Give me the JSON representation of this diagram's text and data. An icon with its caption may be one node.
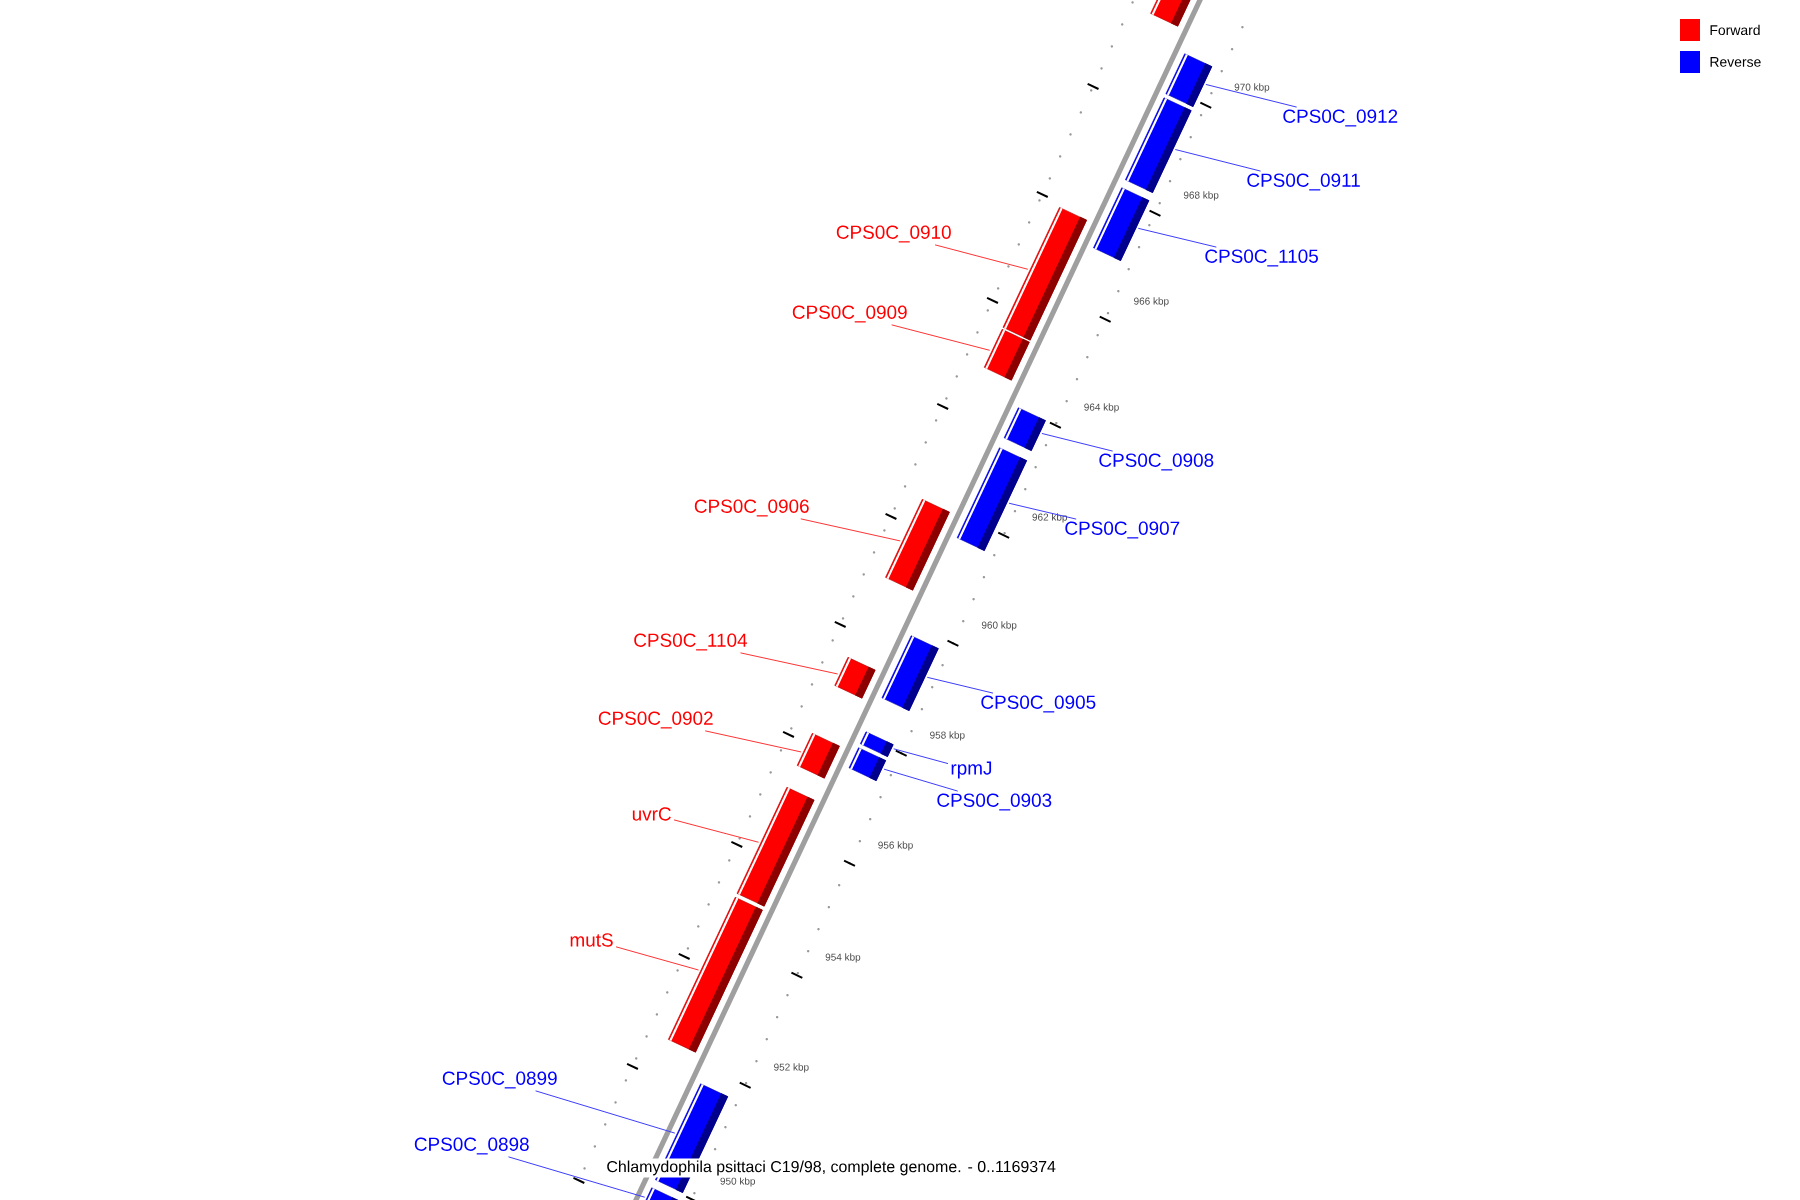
{
  "diagram": {
    "caption": "Chlamydophila psittaci C19/98, complete genome. - 0..1169374",
    "nodes": [
      {
        "text": [
          "CPS0C_0912"
        ]
      },
      {
        "text": [
          "CPS0C_0911"
        ]
      },
      {
        "text": [
          "CPS0C_0910"
        ]
      },
      {
        "text": [
          "CPS0C_1105"
        ]
      },
      {
        "text": [
          "CPS0C_0909"
        ]
      },
      {
        "text": [
          "CPS0C_0908"
        ]
      },
      {
        "text": [
          "CPS0C_0906"
        ]
      },
      {
        "text": [
          "CPS0C_0907"
        ]
      },
      {
        "text": [
          "CPS0C_1104"
        ]
      },
      {
        "text": [
          "CPS0C_0905"
        ]
      },
      {
        "text": [
          "CPS0C_0902"
        ]
      },
      {
        "text": [
          "rpmJ"
        ]
      },
      {
        "text": [
          "CPS0C_0903"
        ]
      },
      {
        "text": [
          "uvrC"
        ]
      },
      {
        "text": [
          "mutS"
        ]
      },
      {
        "text": [
          "CPS0C_0899"
        ]
      },
      {
        "text": [
          "CPS0C_0898"
        ]
      },
      {
        "text": [],
        "shape": "bar"
      },
      {
        "text": [],
        "shape": "bar"
      },
      {
        "text": [],
        "shape": "bar"
      },
      {
        "text": [],
        "shape": "bar"
      },
      {
        "text": [],
        "shape": "bar"
      },
      {
        "text": [],
        "shape": "bar"
      },
      {
        "text": [],
        "shape": "bar"
      },
      {
        "text": [],
        "shape": "bar"
      },
      {
        "text": [],
        "shape": "bar"
      },
      {
        "text": [],
        "shape": "bar"
      },
      {
        "text": [],
        "shape": "bar"
      },
      {
        "text": [],
        "shape": "bar"
      },
      {
        "text": [],
        "shape": "bar"
      },
      {
        "text": [],
        "shape": "bar"
      },
      {
        "text": [],
        "shape": "bar"
      },
      {
        "text": [],
        "shape": "bar"
      },
      {
        "text": [],
        "shape": "bar"
      },
      {
        "text": [],
        "shape": "bar"
      }
    ],
    "edges": [
      {
        "from": 0,
        "to": 18,
        "arrow": "none"
      },
      {
        "from": 1,
        "to": 19,
        "arrow": "none"
      },
      {
        "from": 2,
        "to": 21,
        "arrow": "none",
        "color": "#ff3333"
      },
      {
        "from": 3,
        "to": 20,
        "arrow": "none"
      },
      {
        "from": 4,
        "to": 22,
        "arrow": "none",
        "color": "#ff3333"
      },
      {
        "from": 5,
        "to": 23,
        "arrow": "none"
      },
      {
        "from": 6,
        "to": 25,
        "arrow": "none",
        "color": "#ff3333"
      },
      {
        "from": 7,
        "to": 24,
        "arrow": "none"
      },
      {
        "from": 8,
        "to": 27,
        "arrow": "none",
        "color": "#ff3333"
      },
      {
        "from": 9,
        "to": 26,
        "arrow": "none"
      },
      {
        "from": 10,
        "to": 30,
        "arrow": "none",
        "color": "#ff3333"
      },
      {
        "from": 11,
        "to": 28,
        "arrow": "none"
      },
      {
        "from": 12,
        "to": 29,
        "arrow": "none"
      },
      {
        "from": 13,
        "to": 31,
        "arrow": "none",
        "color": "#ff3333"
      },
      {
        "from": 14,
        "to": 32,
        "arrow": "none",
        "color": "#ff3333"
      },
      {
        "from": 15,
        "to": 33,
        "arrow": "none"
      },
      {
        "from": 16,
        "to": 34,
        "arrow": "none"
      }
    ],
    "labels": [
      "970 kbp",
      "968 kbp",
      "966 kbp",
      "964 kbp",
      "962 kbp",
      "960 kbp",
      "958 kbp",
      "956 kbp",
      "954 kbp",
      "952 kbp",
      "950 kbp"
    ],
    "legend": [
      {
        "text": "Forward",
        "color": "#ff0000"
      },
      {
        "text": "Reverse",
        "color": "#0000ff"
      }
    ]
  }
}
